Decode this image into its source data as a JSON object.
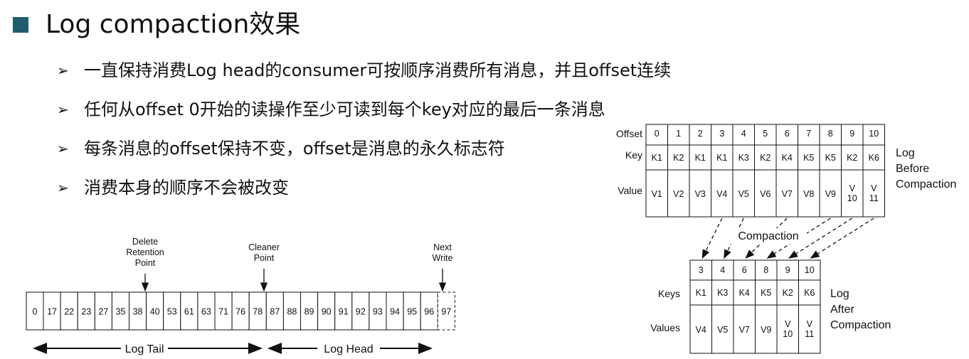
{
  "title": "Log compaction效果",
  "bullets": [
    "一直保持消费Log head的consumer可按顺序消费所有消息，并且offset连续",
    "任何从offset 0开始的读操作至少可读到每个key对应的最后一条消息",
    "每条消息的offset保持不变，offset是消息的永久标志符",
    "消费本身的顺序不会被改变"
  ],
  "bullet_marker": "➢",
  "left_diagram": {
    "offsets": [
      "0",
      "17",
      "22",
      "23",
      "27",
      "35",
      "38",
      "40",
      "53",
      "61",
      "63",
      "71",
      "76",
      "78",
      "87",
      "88",
      "89",
      "90",
      "91",
      "92",
      "93",
      "94",
      "95",
      "96",
      "97"
    ],
    "markers": {
      "delete_retention": [
        "Delete",
        "Retention",
        "Point"
      ],
      "cleaner": [
        "Cleaner",
        "Point"
      ],
      "next_write": [
        "Next",
        "Write"
      ]
    },
    "log_tail_label": "Log Tail",
    "log_head_label": "Log Head"
  },
  "right_diagram": {
    "before": {
      "row_labels": [
        "Offset",
        "Key",
        "Value"
      ],
      "offsets": [
        "0",
        "1",
        "2",
        "3",
        "4",
        "5",
        "6",
        "7",
        "8",
        "9",
        "10"
      ],
      "keys": [
        "K1",
        "K2",
        "K1",
        "K1",
        "K3",
        "K2",
        "K4",
        "K5",
        "K5",
        "K2",
        "K6"
      ],
      "values": [
        [
          "V1"
        ],
        [
          "V2"
        ],
        [
          "V3"
        ],
        [
          "V4"
        ],
        [
          "V5"
        ],
        [
          "V6"
        ],
        [
          "V7"
        ],
        [
          "V8"
        ],
        [
          "V9"
        ],
        [
          "V",
          "10"
        ],
        [
          "V",
          "11"
        ]
      ],
      "caption": [
        "Log",
        "Before",
        "Compaction"
      ]
    },
    "compaction_label": "Compaction",
    "after": {
      "row_labels": [
        "Keys",
        "Values"
      ],
      "offsets": [
        "3",
        "4",
        "6",
        "8",
        "9",
        "10"
      ],
      "keys": [
        "K1",
        "K3",
        "K4",
        "K5",
        "K2",
        "K6"
      ],
      "values": [
        [
          "V4"
        ],
        [
          "V5"
        ],
        [
          "V7"
        ],
        [
          "V9"
        ],
        [
          "V",
          "10"
        ],
        [
          "V",
          "11"
        ]
      ],
      "caption": [
        "Log",
        "After",
        "Compaction"
      ]
    }
  }
}
